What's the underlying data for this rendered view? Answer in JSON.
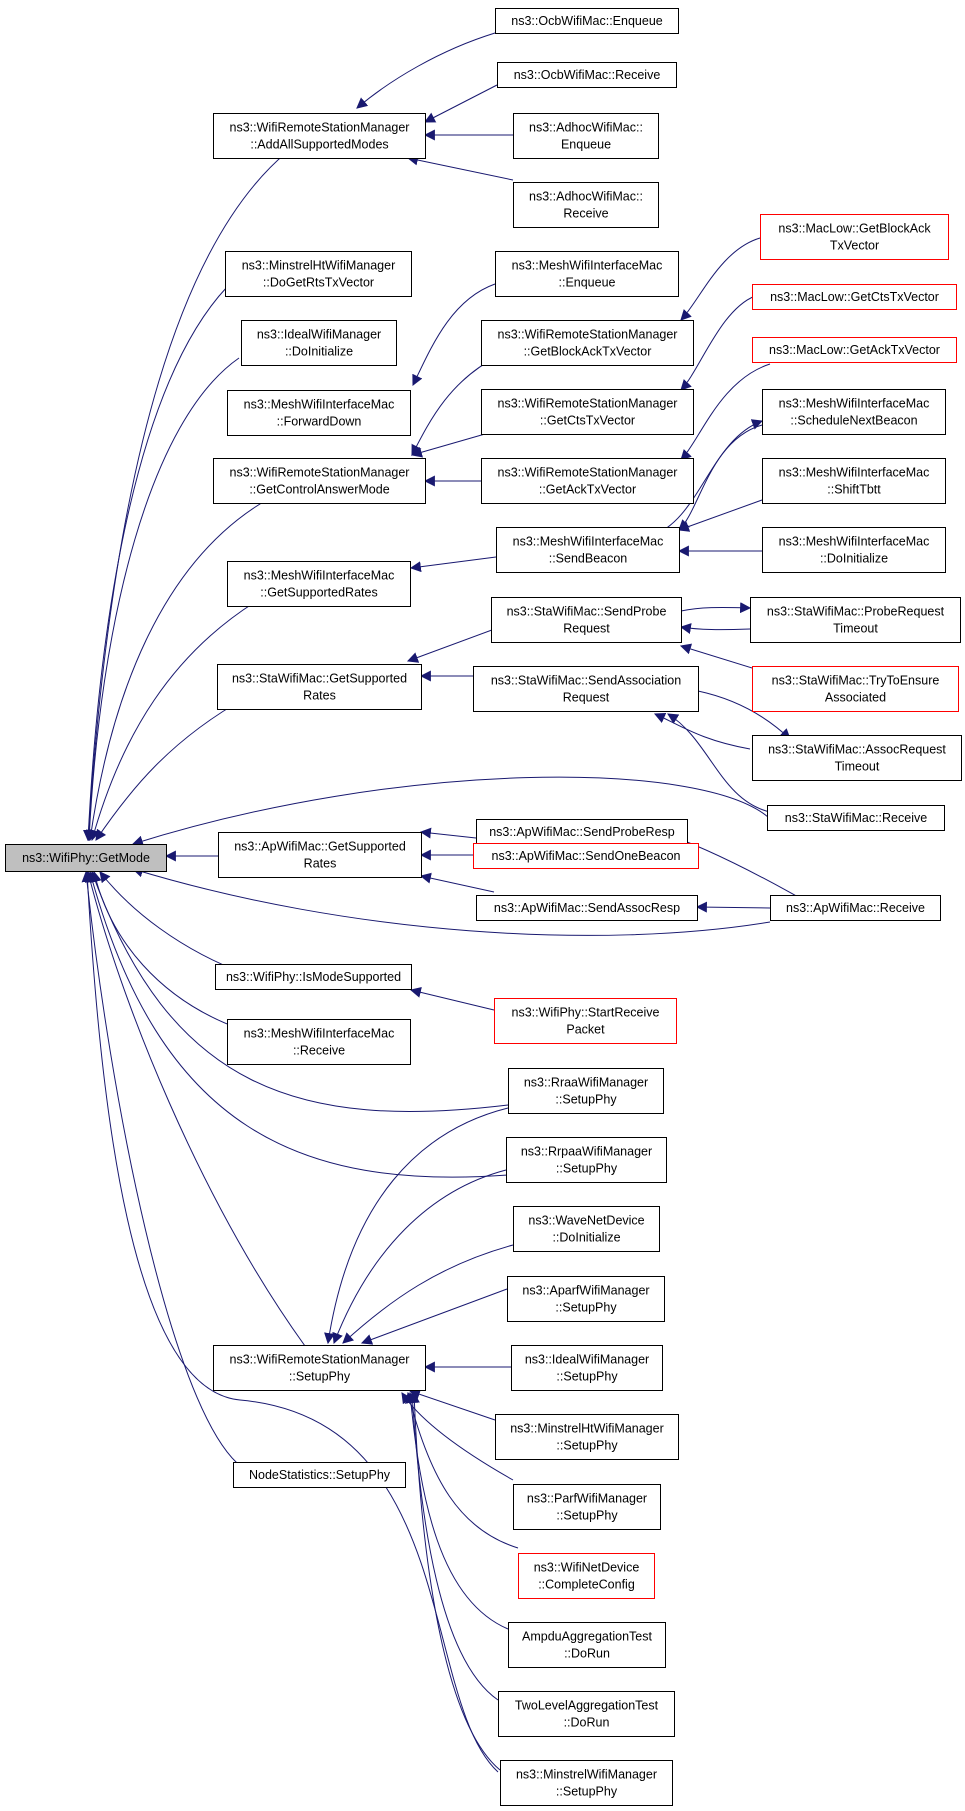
{
  "graph": {
    "edge_color": "#191970",
    "node_border_color": "#000000",
    "highlight_border_color": "#ff0000",
    "root_fill": "#bfbfbf",
    "nodes": [
      {
        "id": "root",
        "lines": [
          "ns3::WifiPhy::GetMode"
        ],
        "style": "root"
      },
      {
        "id": "n1",
        "lines": [
          "ns3::WifiRemoteStationManager",
          "::AddAllSupportedModes"
        ],
        "style": "normal"
      },
      {
        "id": "n2",
        "lines": [
          "ns3::OcbWifiMac::Enqueue"
        ],
        "style": "normal"
      },
      {
        "id": "n3",
        "lines": [
          "ns3::OcbWifiMac::Receive"
        ],
        "style": "normal"
      },
      {
        "id": "n4",
        "lines": [
          "ns3::AdhocWifiMac::",
          "Enqueue"
        ],
        "style": "normal"
      },
      {
        "id": "n5",
        "lines": [
          "ns3::AdhocWifiMac::",
          "Receive"
        ],
        "style": "normal"
      },
      {
        "id": "n6",
        "lines": [
          "ns3::MinstrelHtWifiManager",
          "::DoGetRtsTxVector"
        ],
        "style": "normal"
      },
      {
        "id": "n7",
        "lines": [
          "ns3::IdealWifiManager",
          "::DoInitialize"
        ],
        "style": "normal"
      },
      {
        "id": "n8",
        "lines": [
          "ns3::MeshWifiInterfaceMac",
          "::ForwardDown"
        ],
        "style": "normal"
      },
      {
        "id": "n9",
        "lines": [
          "ns3::MeshWifiInterfaceMac",
          "::Enqueue"
        ],
        "style": "normal"
      },
      {
        "id": "n10",
        "lines": [
          "ns3::WifiRemoteStationManager",
          "::GetControlAnswerMode"
        ],
        "style": "normal"
      },
      {
        "id": "n11",
        "lines": [
          "ns3::WifiRemoteStationManager",
          "::GetBlockAckTxVector"
        ],
        "style": "normal"
      },
      {
        "id": "n12",
        "lines": [
          "ns3::WifiRemoteStationManager",
          "::GetCtsTxVector"
        ],
        "style": "normal"
      },
      {
        "id": "n13",
        "lines": [
          "ns3::WifiRemoteStationManager",
          "::GetAckTxVector"
        ],
        "style": "normal"
      },
      {
        "id": "n14",
        "lines": [
          "ns3::MacLow::GetBlockAck",
          "TxVector"
        ],
        "style": "red"
      },
      {
        "id": "n15",
        "lines": [
          "ns3::MacLow::GetCtsTxVector"
        ],
        "style": "red"
      },
      {
        "id": "n16",
        "lines": [
          "ns3::MacLow::GetAckTxVector"
        ],
        "style": "red"
      },
      {
        "id": "n17",
        "lines": [
          "ns3::MeshWifiInterfaceMac",
          "::GetSupportedRates"
        ],
        "style": "normal"
      },
      {
        "id": "n18",
        "lines": [
          "ns3::MeshWifiInterfaceMac",
          "::SendBeacon"
        ],
        "style": "normal"
      },
      {
        "id": "n19",
        "lines": [
          "ns3::MeshWifiInterfaceMac",
          "::ScheduleNextBeacon"
        ],
        "style": "normal"
      },
      {
        "id": "n20",
        "lines": [
          "ns3::MeshWifiInterfaceMac",
          "::ShiftTbtt"
        ],
        "style": "normal"
      },
      {
        "id": "n21",
        "lines": [
          "ns3::MeshWifiInterfaceMac",
          "::DoInitialize"
        ],
        "style": "normal"
      },
      {
        "id": "n22",
        "lines": [
          "ns3::StaWifiMac::GetSupported",
          "Rates"
        ],
        "style": "normal"
      },
      {
        "id": "n23",
        "lines": [
          "ns3::StaWifiMac::SendProbe",
          "Request"
        ],
        "style": "normal"
      },
      {
        "id": "n24",
        "lines": [
          "ns3::StaWifiMac::SendAssociation",
          "Request"
        ],
        "style": "normal"
      },
      {
        "id": "n25",
        "lines": [
          "ns3::StaWifiMac::ProbeRequest",
          "Timeout"
        ],
        "style": "normal"
      },
      {
        "id": "n26",
        "lines": [
          "ns3::StaWifiMac::TryToEnsure",
          "Associated"
        ],
        "style": "red"
      },
      {
        "id": "n27",
        "lines": [
          "ns3::StaWifiMac::AssocRequest",
          "Timeout"
        ],
        "style": "normal"
      },
      {
        "id": "n28",
        "lines": [
          "ns3::StaWifiMac::Receive"
        ],
        "style": "normal"
      },
      {
        "id": "n29",
        "lines": [
          "ns3::ApWifiMac::GetSupported",
          "Rates"
        ],
        "style": "normal"
      },
      {
        "id": "n30",
        "lines": [
          "ns3::ApWifiMac::SendProbeResp"
        ],
        "style": "normal"
      },
      {
        "id": "n31",
        "lines": [
          "ns3::ApWifiMac::SendOneBeacon"
        ],
        "style": "red"
      },
      {
        "id": "n32",
        "lines": [
          "ns3::ApWifiMac::SendAssocResp"
        ],
        "style": "normal"
      },
      {
        "id": "n33",
        "lines": [
          "ns3::ApWifiMac::Receive"
        ],
        "style": "normal"
      },
      {
        "id": "n34",
        "lines": [
          "ns3::WifiPhy::IsModeSupported"
        ],
        "style": "normal"
      },
      {
        "id": "n35",
        "lines": [
          "ns3::WifiPhy::StartReceive",
          "Packet"
        ],
        "style": "red"
      },
      {
        "id": "n36",
        "lines": [
          "ns3::MeshWifiInterfaceMac",
          "::Receive"
        ],
        "style": "normal"
      },
      {
        "id": "n37",
        "lines": [
          "ns3::RraaWifiManager",
          "::SetupPhy"
        ],
        "style": "normal"
      },
      {
        "id": "n38",
        "lines": [
          "ns3::RrpaaWifiManager",
          "::SetupPhy"
        ],
        "style": "normal"
      },
      {
        "id": "n39",
        "lines": [
          "ns3::WaveNetDevice",
          "::DoInitialize"
        ],
        "style": "normal"
      },
      {
        "id": "n40",
        "lines": [
          "ns3::AparfWifiManager",
          "::SetupPhy"
        ],
        "style": "normal"
      },
      {
        "id": "n41",
        "lines": [
          "ns3::WifiRemoteStationManager",
          "::SetupPhy"
        ],
        "style": "normal"
      },
      {
        "id": "n42",
        "lines": [
          "ns3::IdealWifiManager",
          "::SetupPhy"
        ],
        "style": "normal"
      },
      {
        "id": "n43",
        "lines": [
          "ns3::MinstrelHtWifiManager",
          "::SetupPhy"
        ],
        "style": "normal"
      },
      {
        "id": "n44",
        "lines": [
          "ns3::ParfWifiManager",
          "::SetupPhy"
        ],
        "style": "normal"
      },
      {
        "id": "n45",
        "lines": [
          "ns3::WifiNetDevice",
          "::CompleteConfig"
        ],
        "style": "red"
      },
      {
        "id": "n46",
        "lines": [
          "NodeStatistics::SetupPhy"
        ],
        "style": "normal"
      },
      {
        "id": "n47",
        "lines": [
          "AmpduAggregationTest",
          "::DoRun"
        ],
        "style": "normal"
      },
      {
        "id": "n48",
        "lines": [
          "TwoLevelAggregationTest",
          "::DoRun"
        ],
        "style": "normal"
      },
      {
        "id": "n49",
        "lines": [
          "ns3::MinstrelWifiManager",
          "::SetupPhy"
        ],
        "style": "normal"
      }
    ]
  }
}
